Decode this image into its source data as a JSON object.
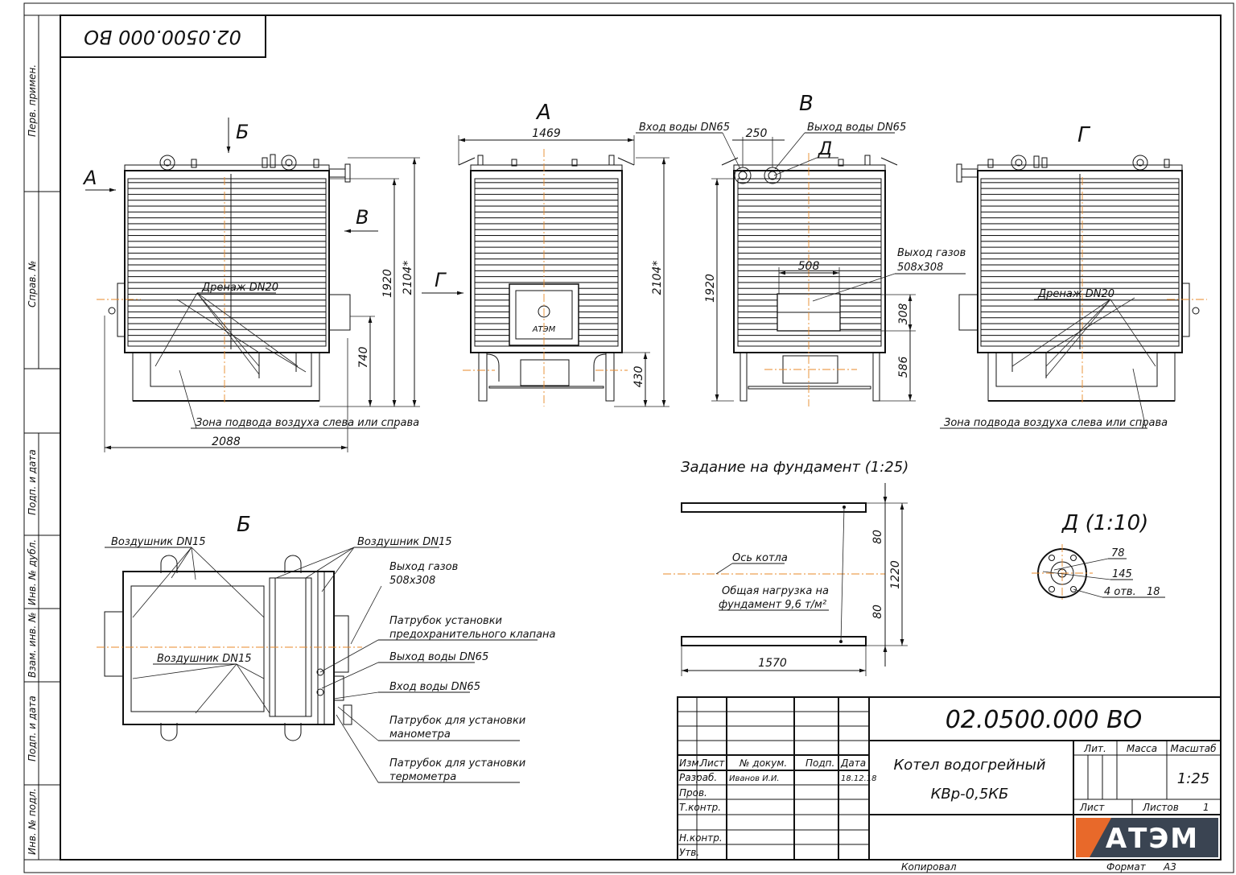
{
  "stamp_top": "02.0500.000 ВО",
  "side_labels": [
    "Перв. примен.",
    "Справ. №",
    "Подп. и дата",
    "Инв. № дубл.",
    "Взам. инв. №",
    "Подп. и дата",
    "Инв. № подл."
  ],
  "views": {
    "view_a_label": "А",
    "view_v_label": "В",
    "view_g_label": "Г",
    "view_b_label": "Б",
    "arrow_a": "А",
    "arrow_b": "Б",
    "arrow_v": "В",
    "arrow_g": "Г",
    "view_d_marker": "Д",
    "drain_left": "Дренаж DN20",
    "drain_right": "Дренаж DN20",
    "air_zone_left": "Зона подвода воздуха слева или справа",
    "air_zone_right": "Зона подвода воздуха слева или справа",
    "water_in_top": "Вход воды DN65",
    "water_out_top": "Выход воды DN65",
    "gas_out_line1": "Выход газов",
    "gas_out_line2": "508x308",
    "door_logo": "АТЭМ"
  },
  "dimensions": {
    "d2088": "2088",
    "d1920_left": "1920",
    "d2104_left": "2104*",
    "d740": "740",
    "d1469": "1469",
    "d2104_mid": "2104*",
    "d430": "430",
    "d250": "250",
    "d1920_right": "1920",
    "d508": "508",
    "d308": "308",
    "d586": "586"
  },
  "plan_b": {
    "air_vent_1": "Воздушник DN15",
    "air_vent_2": "Воздушник DN15",
    "air_vent_3": "Воздушник DN15",
    "gas_out_1": "Выход газов",
    "gas_out_2": "508x308",
    "valve_1": "Патрубок установки",
    "valve_2": "предохранительного клапана",
    "water_out": "Выход воды DN65",
    "water_in": "Вход воды DN65",
    "mano_1": "Патрубок для установки",
    "mano_2": "манометра",
    "thermo_1": "Патрубок для установки",
    "thermo_2": "термометра"
  },
  "foundation": {
    "title": "Задание на фундамент (1:25)",
    "axis_label": "Ось котла",
    "load_1": "Общая нагрузка на",
    "load_2": "фундамент 9,6 т/м²",
    "d80_top": "80",
    "d1220": "1220",
    "d80_bottom": "80",
    "d1570": "1570"
  },
  "detail_d": {
    "title": "Д (1:10)",
    "d78": "78",
    "d145": "145",
    "holes": "4 отв.",
    "d18": "18"
  },
  "title_block": {
    "code": "02.0500.000 ВО",
    "name_1": "Котел водогрейный",
    "name_2": "КВр-0,5КБ",
    "col_izm": "Изм.",
    "col_list": "Лист",
    "col_doc": "№ докум.",
    "col_sign": "Подп.",
    "col_date": "Дата",
    "row_razrab": "Разраб.",
    "row_prov": "Пров.",
    "row_tkontr": "Т.контр.",
    "row_nkontr": "Н.контр.",
    "row_utv": "Утв.",
    "author": "Иванов И.И.",
    "date": "18.12.18",
    "lit": "Лит.",
    "massa": "Масса",
    "masshtab": "Масштаб",
    "scale_value": "1:25",
    "sheet": "Лист",
    "sheets": "Листов",
    "sheets_value": "1",
    "logo": "АТЭМ",
    "copied": "Копировал",
    "format_label": "Формат",
    "format_value": "А3"
  },
  "colors": {
    "logo_orange": "#e8692a",
    "logo_dark": "#3a4452",
    "axis": "#e8892a"
  }
}
